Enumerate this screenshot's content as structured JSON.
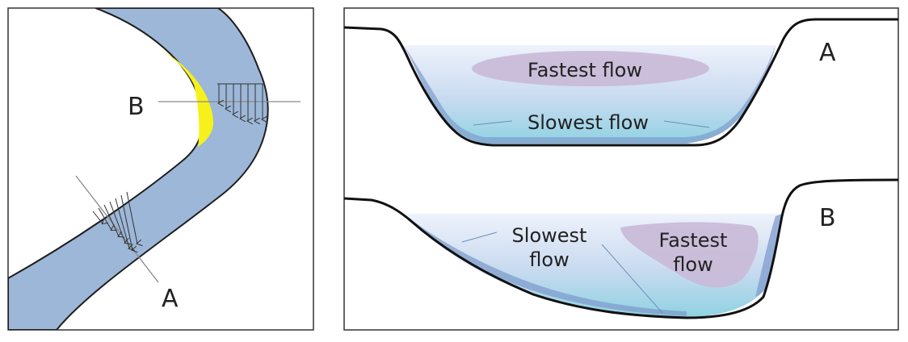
{
  "colors": {
    "river": "#9db7d8",
    "river_edge": "#1e1e1e",
    "deposit": "#f7f11b",
    "water_top": "#e9eef9",
    "water_bottom": "#8fd2e2",
    "bed_shade": "#7f9ccc",
    "fast_zone": "#c9b9d7"
  },
  "plan_view": {
    "section_a_label": "A",
    "section_b_label": "B"
  },
  "cross_section_a": {
    "label": "A",
    "fastest_label": "Fastest flow",
    "slowest_label": "Slowest flow"
  },
  "cross_section_b": {
    "label": "B",
    "slowest_label_line1": "Slowest",
    "slowest_label_line2": "flow",
    "fastest_label_line1": "Fastest",
    "fastest_label_line2": "flow"
  }
}
